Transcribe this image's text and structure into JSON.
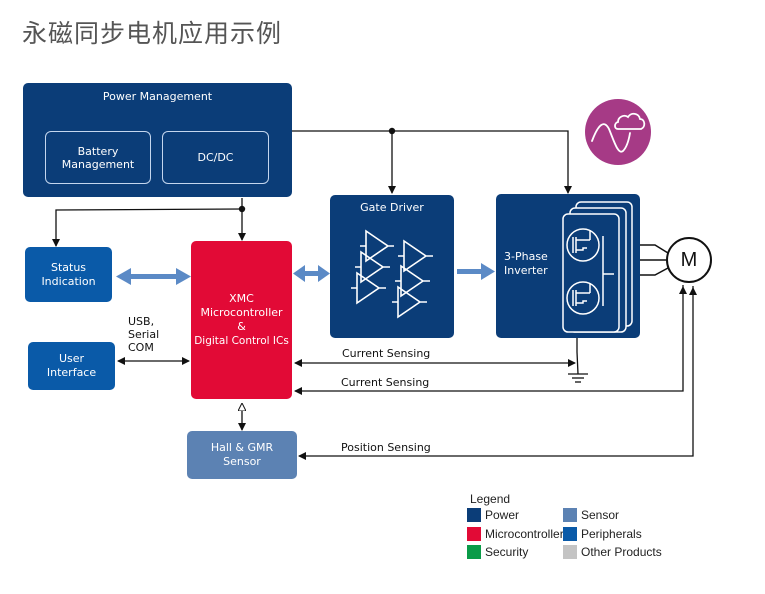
{
  "title": "永磁同步电机应用示例",
  "blocks": {
    "power_management": {
      "label": "Power Management",
      "category": "Power"
    },
    "battery_management": {
      "label": "Battery\nManagement",
      "line1": "Battery",
      "line2": "Management"
    },
    "dcdc": {
      "label": "DC/DC"
    },
    "gate_driver": {
      "label": "Gate Driver",
      "category": "Power"
    },
    "inverter": {
      "line1": "3-Phase",
      "line2": "Inverter",
      "category": "Power"
    },
    "status_indication": {
      "line1": "Status",
      "line2": "Indication",
      "category": "Peripherals"
    },
    "user_interface": {
      "line1": "User",
      "line2": "Interface",
      "category": "Peripherals"
    },
    "microcontroller": {
      "line1": "XMC",
      "line2": "Microcontroller",
      "line3": "&",
      "line4": "Digital Control ICs",
      "category": "Microcontroller"
    },
    "sensor": {
      "line1": "Hall & GMR",
      "line2": "Sensor",
      "category": "Sensor"
    },
    "motor": {
      "label": "M"
    }
  },
  "connections": {
    "usb_label_1": "USB,",
    "usb_label_2": "Serial",
    "usb_label_3": "COM",
    "current_sensing_1": "Current Sensing",
    "current_sensing_2": "Current Sensing",
    "position_sensing": "Position Sensing"
  },
  "badge": {
    "icon": "sine-cloud-icon",
    "color": "#a63a86"
  },
  "legend": {
    "title": "Legend",
    "items": [
      {
        "label": "Power",
        "color": "#0b3d78"
      },
      {
        "label": "Microcontroller",
        "color": "#e20a36"
      },
      {
        "label": "Security",
        "color": "#0a9b48"
      },
      {
        "label": "Sensor",
        "color": "#5c82b3"
      },
      {
        "label": "Peripherals",
        "color": "#0a5aa8"
      },
      {
        "label": "Other Products",
        "color": "#c4c4c4"
      }
    ]
  }
}
